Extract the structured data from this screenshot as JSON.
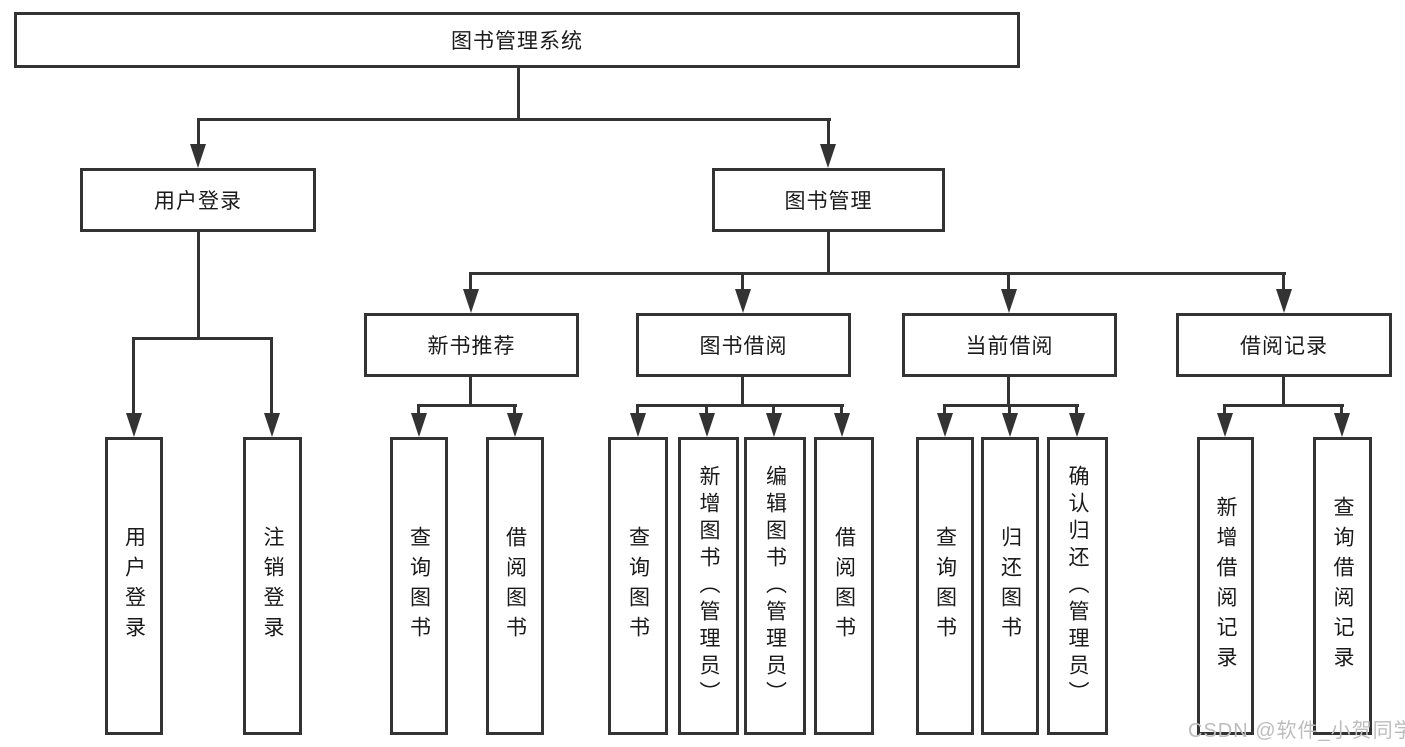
{
  "diagram": {
    "root": "图书管理系统",
    "level2": {
      "user_login": "用户登录",
      "book_mgmt": "图书管理"
    },
    "level3": {
      "new_book_rec": "新书推荐",
      "book_borrow": "图书借阅",
      "current_borrow": "当前借阅",
      "borrow_records": "借阅记录"
    },
    "leaves": {
      "login": "用户登录",
      "logout": "注销登录",
      "rec_query_books": "查询图书",
      "rec_borrow_books": "借阅图书",
      "bb_query_books": "查询图书",
      "bb_add_books": "新增图书（管理员）",
      "bb_edit_books": "编辑图书（管理员）",
      "bb_borrow_books": "借阅图书",
      "cb_query_books": "查询图书",
      "cb_return_books": "归还图书",
      "cb_confirm_return": "确认归还（管理员）",
      "br_add_record": "新增借阅记录",
      "br_query_record": "查询借阅记录"
    }
  },
  "watermark": "CSDN @软件_小贺同学",
  "colors": {
    "line": "#333333",
    "text": "#1a1a1a",
    "watermark": "#bdbdbd",
    "background": "#ffffff"
  }
}
